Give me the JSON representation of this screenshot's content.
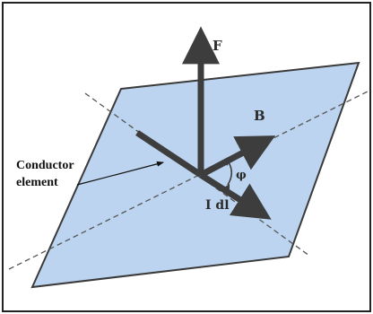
{
  "labels": {
    "force": "F",
    "field": "B",
    "angle": "φ",
    "current": "I dl",
    "conductor_line1": "Conductor",
    "conductor_line2": "element"
  },
  "colors": {
    "plane_fill": "#bcd4ef",
    "plane_edge": "#3a3a3a",
    "vector": "#3d3d3d",
    "dashed": "#555555",
    "frame": "#222222",
    "text": "#111111"
  }
}
